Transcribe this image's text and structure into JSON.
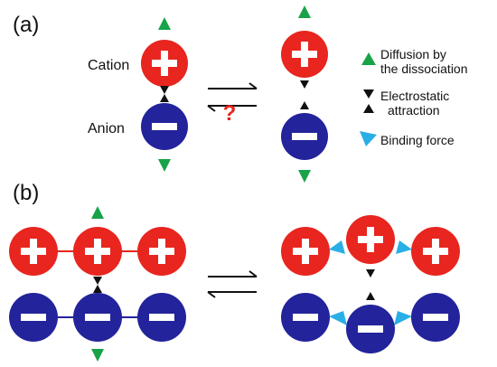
{
  "panel_a": {
    "label": "(a)",
    "cation_label": "Cation",
    "anion_label": "Anion",
    "question_mark": "?"
  },
  "panel_b": {
    "label": "(b)"
  },
  "legend": {
    "diffusion_line1": "Diffusion by",
    "diffusion_line2": "the dissociation",
    "electrostatic_line1": "Electrostatic",
    "electrostatic_line2": "attraction",
    "binding": "Binding force"
  },
  "colors": {
    "cation": "#e8251f",
    "anion": "#23239b",
    "diffusion_arrow": "#18a348",
    "electrostatic_arrow": "#111111",
    "binding_arrow": "#2aaee6",
    "question": "#e8251f"
  },
  "icons": {
    "plus": "plus-sign",
    "minus": "minus-sign",
    "equilibrium": "equilibrium-arrows"
  }
}
